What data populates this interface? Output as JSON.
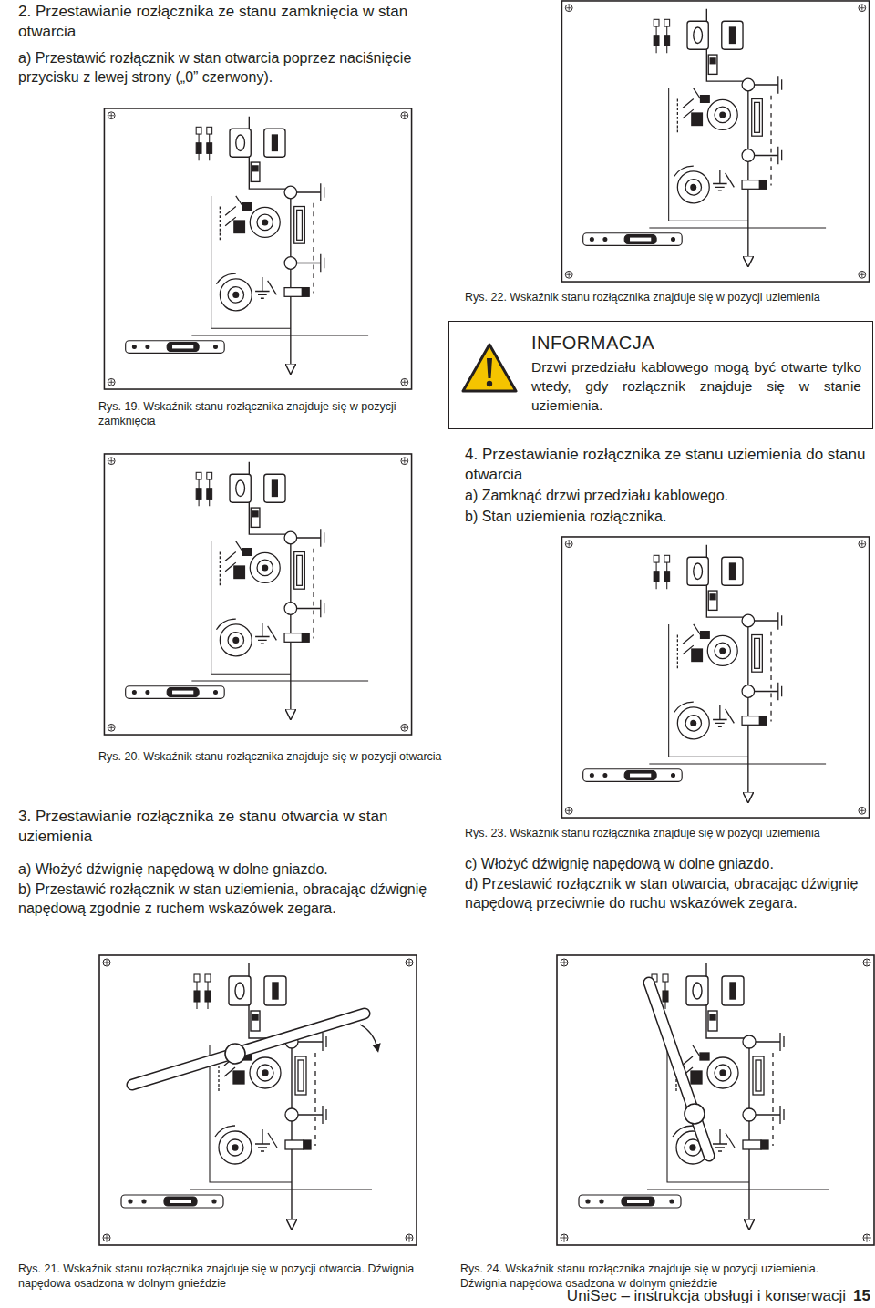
{
  "diagram": {
    "nodes": [
      {
        "text": [
          "INFORMACJA",
          "Drzwi przedziału kablowego mogą być otwarte tylko wtedy, gdy rozłącznik znajduje się w stanie uziemienia."
        ]
      }
    ],
    "labels": [
      "2. Przestawianie rozłącznika ze stanu zamknięcia w stan otwarcia",
      "a) Przestawić rozłącznik w stan otwarcia poprzez naciśnięcie przycisku z lewej strony („0” czerwony).",
      "Rys. 19. Wskaźnik stanu rozłącznika znajduje się w pozycji zamknięcia",
      "Rys. 22. Wskaźnik stanu rozłącznika znajduje się w pozycji uziemienia",
      "4. Przestawianie rozłącznika ze stanu uziemienia do stanu otwarcia",
      "a) Zamknąć drzwi przedziału kablowego.",
      "b) Stan uziemienia rozłącznika.",
      "Rys. 20. Wskaźnik stanu rozłącznika znajduje się w pozycji otwarcia",
      "Rys. 23. Wskaźnik stanu rozłącznika znajduje się w pozycji uziemienia",
      "3. Przestawianie rozłącznika ze stanu otwarcia w stan uziemienia",
      "a) Włożyć dźwignię napędową w dolne gniazdo.",
      "b) Przestawić rozłącznik w stan uziemienia, obracając dźwignię napędową zgodnie z ruchem wskazówek zegara.",
      "c) Włożyć dźwignię napędową w dolne gniazdo.",
      "d) Przestawić rozłącznik w stan otwarcia, obracając dźwignię napędową przeciwnie do ruchu wskazówek zegara.",
      "Rys. 21. Wskaźnik stanu rozłącznika znajduje się w pozycji otwarcia. Dźwignia napędowa osadzona w dolnym gnieździe",
      "Rys. 24. Wskaźnik stanu rozłącznika znajduje się w pozycji uziemienia. Dźwignia napędowa osadzona w dolnym gnieździe",
      "UniSec – instrukcja obsługi i konserwacji",
      "15"
    ]
  }
}
